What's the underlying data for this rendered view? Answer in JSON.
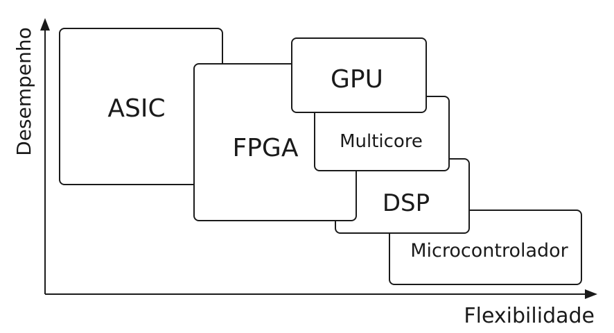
{
  "axes": {
    "x_label": "Flexibilidade",
    "y_label": "Desempenho"
  },
  "blocks": {
    "asic": "ASIC",
    "fpga": "FPGA",
    "gpu": "GPU",
    "multicore": "Multicore",
    "dsp": "DSP",
    "microcontrolador": "Microcontrolador"
  },
  "colors": {
    "stroke": "#1a1a1a",
    "fill": "#ffffff",
    "background": "#ffffff"
  }
}
